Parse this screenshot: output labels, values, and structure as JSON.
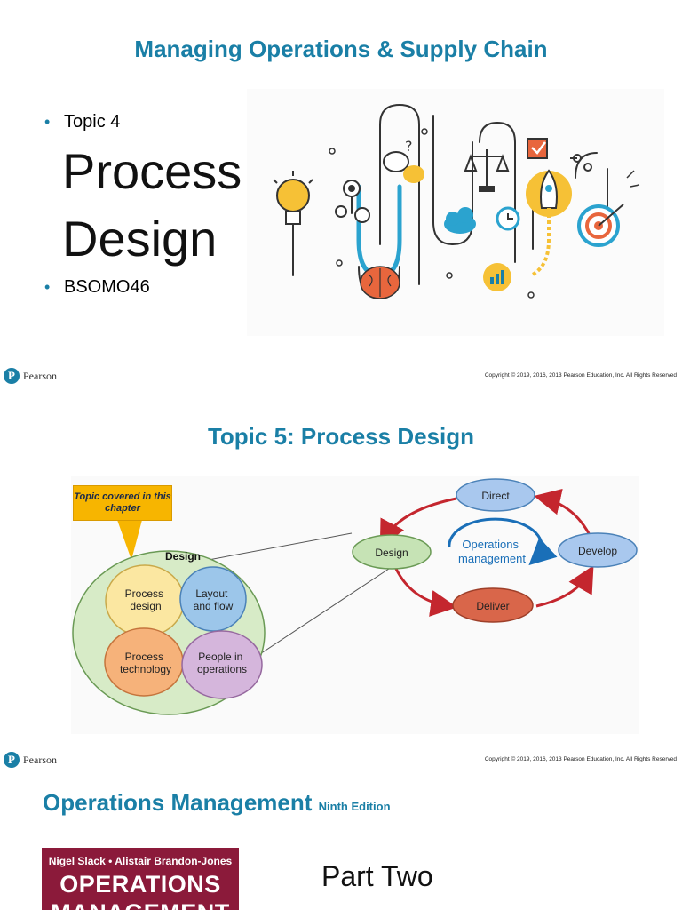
{
  "slide1": {
    "title": "Managing Operations & Supply Chain",
    "bullet1": "Topic 4",
    "big_title_line1": "Process",
    "big_title_line2": "Design",
    "bullet2": "BSOMO46"
  },
  "footer": {
    "logo_letter": "P",
    "logo_word": "Pearson",
    "copyright": "Copyright © 2019, 2016, 2013 Pearson Education, Inc. All Rights Reserved"
  },
  "slide2": {
    "title": "Topic 5: Process Design",
    "callout": "Topic covered in this chapter",
    "design_heading": "Design",
    "circles": [
      "Process design",
      "Layout and flow",
      "Process technology",
      "People in operations"
    ],
    "cycle": {
      "center": "Operations management",
      "nodes": [
        "Direct",
        "Design",
        "Develop",
        "Deliver"
      ]
    }
  },
  "slide3": {
    "title": "Operations Management",
    "edition": "Ninth Edition",
    "book_authors": "Nigel Slack • Alistair Brandon-Jones",
    "book_title_line1": "OPERATIONS",
    "book_title_line2": "MANAGEMENT",
    "part_heading": "Part Two"
  },
  "colors": {
    "accent": "#1a7fa6",
    "direct": "#a9c8ee",
    "design": "#c6e3b5",
    "develop": "#a9c8ee",
    "deliver": "#d9664a",
    "process_design": "#fbe7a1",
    "layout_flow": "#9cc6ea",
    "process_tech": "#f6b27a",
    "people": "#d5b6dc",
    "big_circle": "#d7ebc7",
    "book": "#8b1a3a"
  }
}
